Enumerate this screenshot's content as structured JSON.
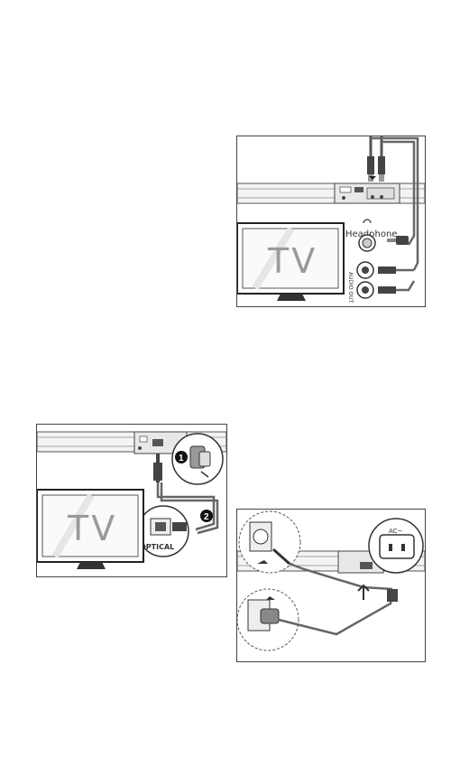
{
  "figures": {
    "headphone": {
      "tv_label": "TV",
      "headphone_label": "Headphone",
      "audio_out_label": "AUDIO OUT"
    },
    "optical": {
      "tv_label": "TV",
      "optical_label": "OPTICAL",
      "step1": "1",
      "step2": "2"
    },
    "power": {
      "ac_label": "AC~"
    }
  }
}
